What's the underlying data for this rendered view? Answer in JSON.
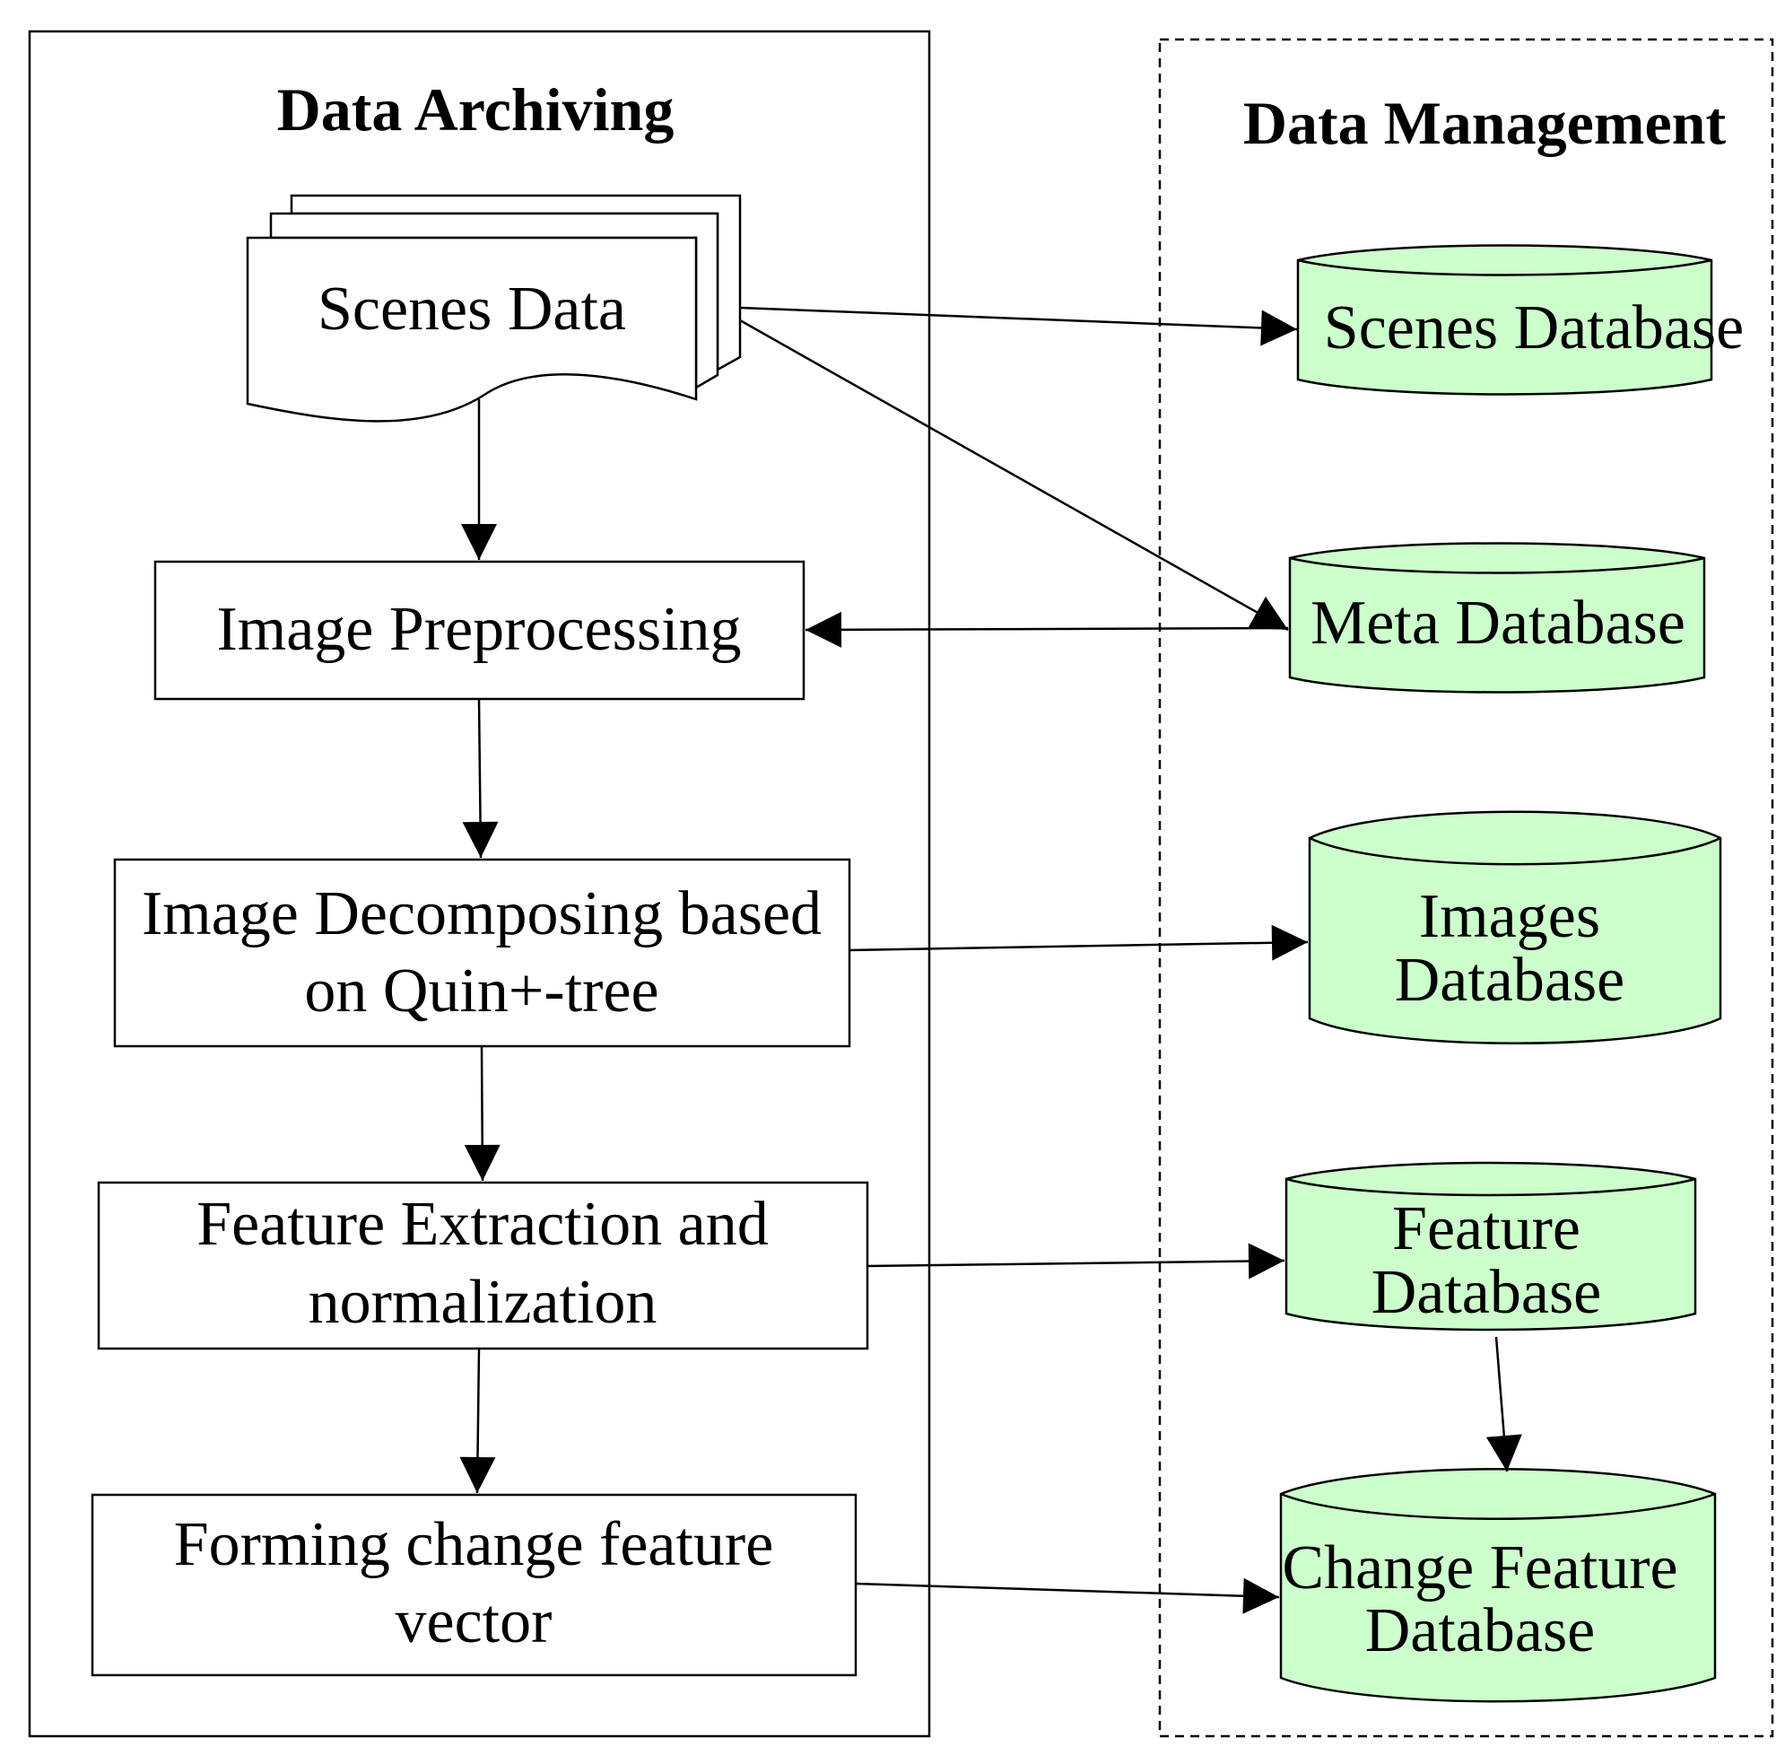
{
  "panels": {
    "archiving_title": "Data Archiving",
    "management_title": "Data Management"
  },
  "archiving": {
    "scenes_data": "Scenes Data",
    "image_preprocessing": "Image Preprocessing",
    "image_decomposing": [
      "Image Decomposing based",
      "on Quin+-tree"
    ],
    "feature_extraction": [
      "Feature Extraction and",
      "normalization"
    ],
    "forming_vector": [
      "Forming change feature",
      "vector"
    ]
  },
  "databases": {
    "scenes": [
      "Scenes Database"
    ],
    "meta": [
      "Meta Database"
    ],
    "images": [
      "Images",
      "Database"
    ],
    "feature": [
      "Feature",
      "Database"
    ],
    "change_feature": [
      "Change Feature",
      "Database"
    ]
  },
  "colors": {
    "database_fill": "#ccffcc",
    "stroke": "#000000",
    "background": "#ffffff"
  }
}
